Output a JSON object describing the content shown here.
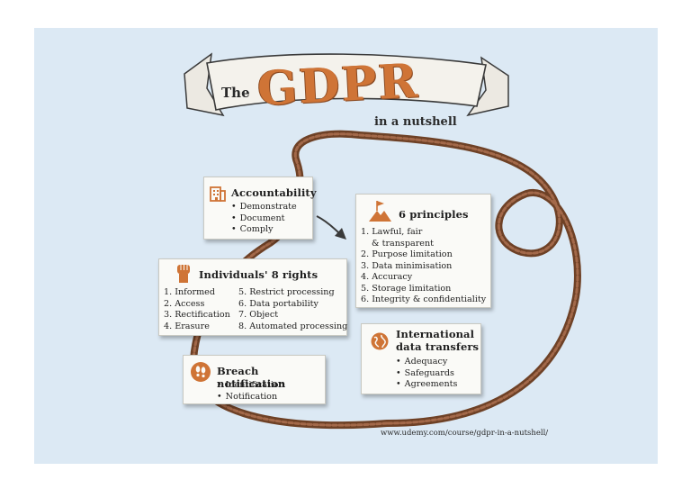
{
  "header": {
    "prefix": "The",
    "title": "GDPR",
    "subtitle": "in a nutshell"
  },
  "accountability": {
    "title": "Accountability",
    "items": [
      "Demonstrate",
      "Document",
      "Comply"
    ],
    "icon": "building-icon"
  },
  "principles": {
    "title": "6 principles",
    "items": [
      "1. Lawful, fair",
      "& transparent",
      "2. Purpose limitation",
      "3. Data minimisation",
      "4. Accuracy",
      "5. Storage limitation",
      "6. Integrity & confidentiality"
    ],
    "icon": "mountain-flag-icon"
  },
  "rights": {
    "title": "Individuals' 8 rights",
    "col1": [
      "1. Informed",
      "2. Access",
      "3. Rectification",
      "4. Erasure"
    ],
    "col2": [
      "5. Restrict processing",
      "6. Data portability",
      "7. Object",
      "8. Automated processing"
    ],
    "icon": "raised-fist-icon"
  },
  "transfers": {
    "title_line1": "International",
    "title_line2": "data transfers",
    "items": [
      "Adequacy",
      "Safeguards",
      "Agreements"
    ],
    "icon": "globe-icon"
  },
  "breach": {
    "title": "Breach notification",
    "items": [
      "Identification",
      "Notification"
    ],
    "icon": "footprints-icon"
  },
  "footer": {
    "url": "www.udemy.com/course/gdpr-in-a-nutshell/"
  },
  "colors": {
    "panel": "#dce9f4",
    "accent": "#cf7436",
    "rope": "#7a4a2c"
  }
}
